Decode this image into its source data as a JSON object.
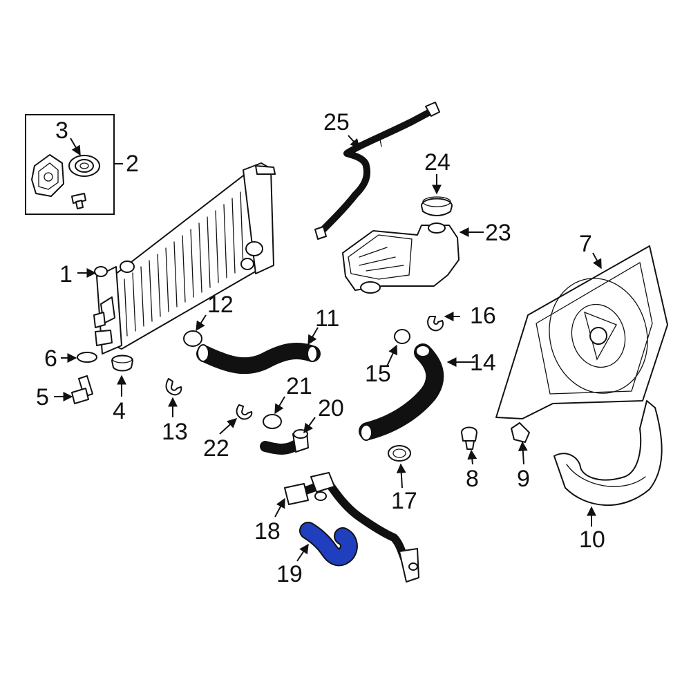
{
  "highlight_color": "#1f3fbf",
  "callouts": {
    "c1": "1",
    "c2": "2",
    "c3": "3",
    "c4": "4",
    "c5": "5",
    "c6": "6",
    "c7": "7",
    "c8": "8",
    "c9": "9",
    "c10": "10",
    "c11": "11",
    "c12": "12",
    "c13": "13",
    "c14": "14",
    "c15": "15",
    "c16": "16",
    "c17": "17",
    "c18": "18",
    "c19": "19",
    "c20": "20",
    "c21": "21",
    "c22": "22",
    "c23": "23",
    "c24": "24",
    "c25": "25"
  },
  "highlighted_part": "19"
}
